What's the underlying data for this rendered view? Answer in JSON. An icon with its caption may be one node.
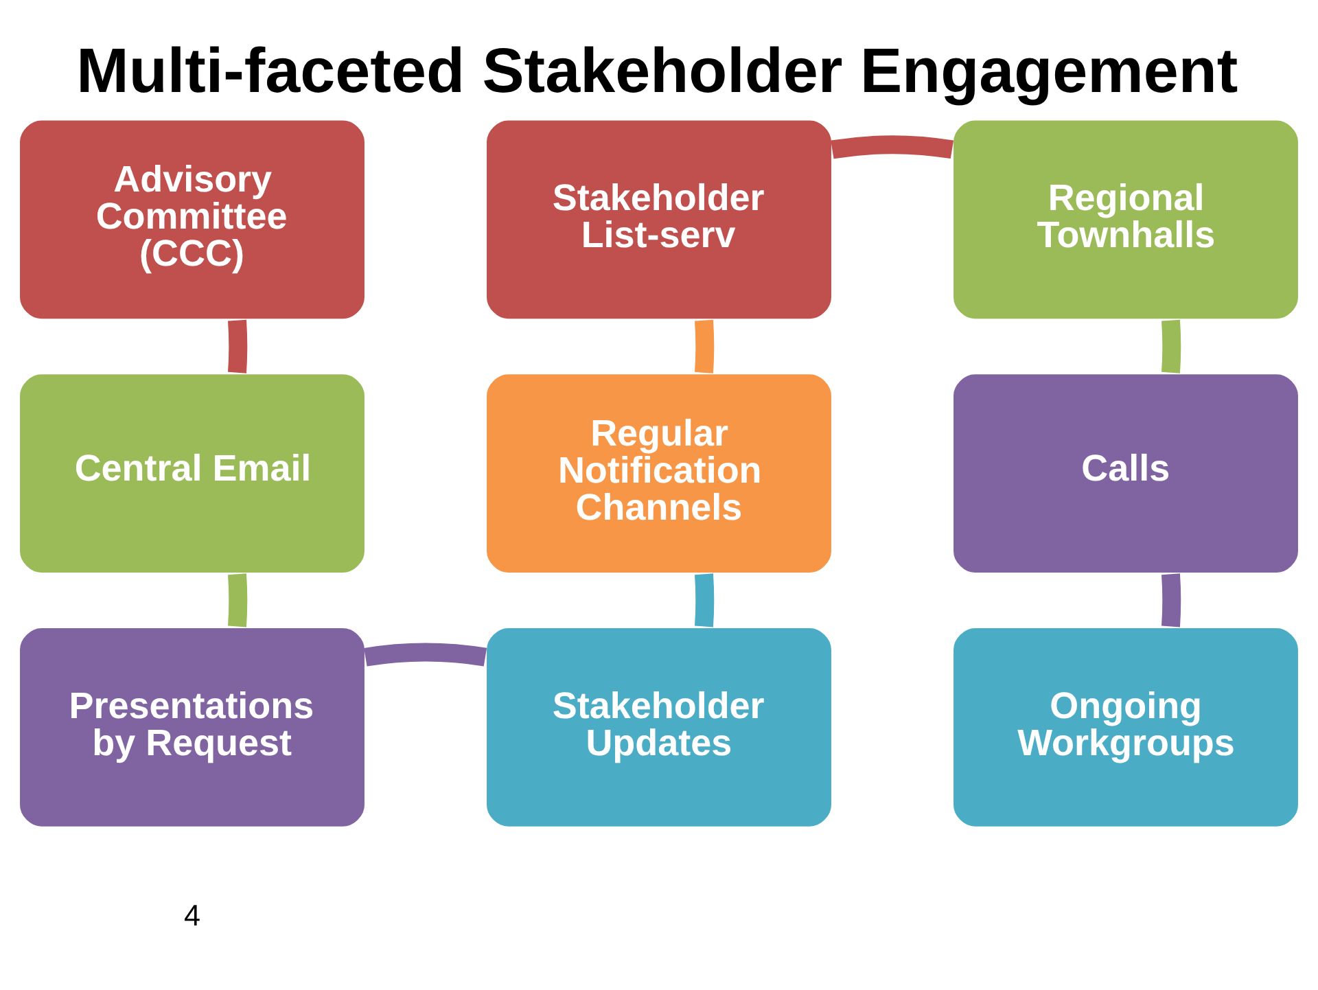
{
  "diagram": {
    "title": "Multi-faceted Stakeholder Engagement",
    "nodes": [
      {
        "text": [
          "Advisory Committee (CCC)"
        ]
      },
      {
        "text": [
          "Stakeholder List-serv"
        ]
      },
      {
        "text": [
          "Regional Townhalls"
        ]
      },
      {
        "text": [
          "Central Email"
        ]
      },
      {
        "text": [
          "Regular Notification Channels"
        ]
      },
      {
        "text": [
          "Calls"
        ]
      },
      {
        "text": [
          "Presentations by Request"
        ]
      },
      {
        "text": [
          "Stakeholder Updates"
        ]
      },
      {
        "text": [
          "Ongoing Workgroups"
        ]
      }
    ],
    "edges": [
      {
        "from": 0,
        "to": 3,
        "arrow": "none",
        "color": "#c0504d"
      },
      {
        "from": 3,
        "to": 6,
        "arrow": "none",
        "color": "#9bbb59"
      },
      {
        "from": 6,
        "to": 7,
        "arrow": "none",
        "color": "#8064a2"
      },
      {
        "from": 7,
        "to": 4,
        "arrow": "none",
        "color": "#4bacc6"
      },
      {
        "from": 4,
        "to": 1,
        "arrow": "none",
        "color": "#f79646"
      },
      {
        "from": 1,
        "to": 2,
        "arrow": "none",
        "color": "#c0504d"
      },
      {
        "from": 2,
        "to": 5,
        "arrow": "none",
        "color": "#9bbb59"
      },
      {
        "from": 5,
        "to": 8,
        "arrow": "none",
        "color": "#8064a2"
      }
    ],
    "labels": [
      "4"
    ]
  }
}
